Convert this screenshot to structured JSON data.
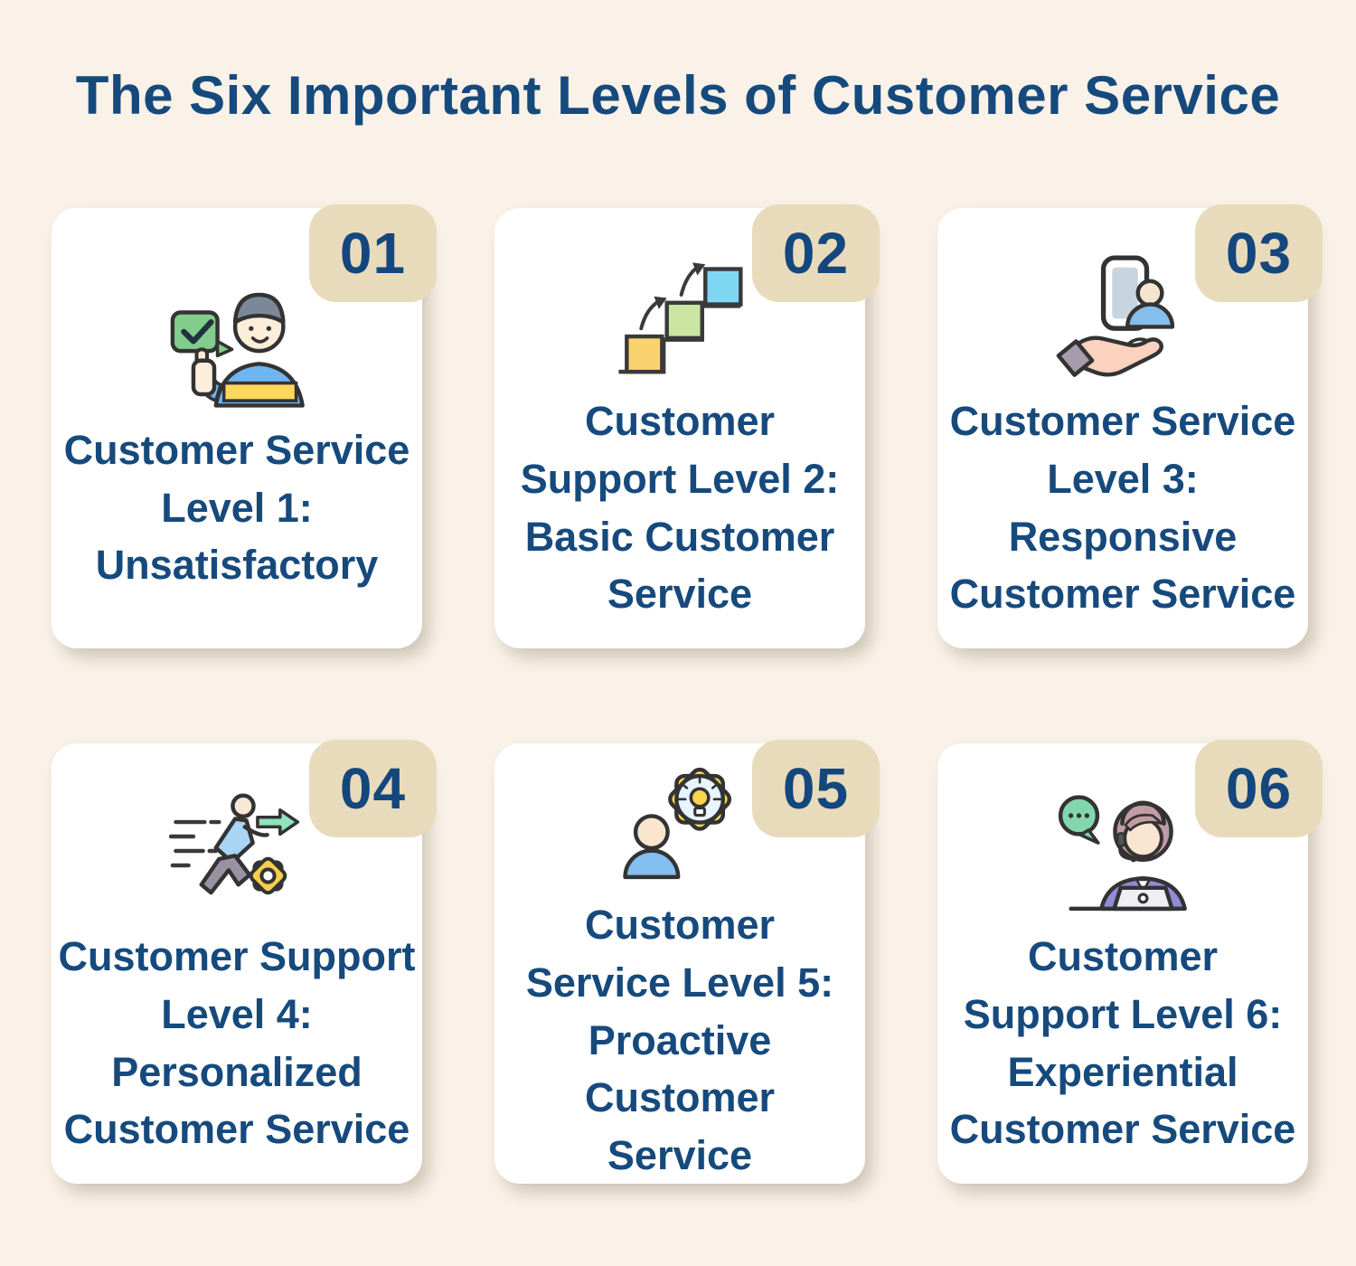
{
  "title": "The Six Important Levels of Customer Service",
  "colors": {
    "background": "#FAF2E8",
    "card": "#FFFFFF",
    "badge_tan": "#E8DBBB",
    "shadow_tan": "#ECDFC1",
    "navy_text": "#164A7D"
  },
  "cards": [
    {
      "number": "01",
      "icon": "thumbs-up-person-icon",
      "title": "Customer Service\nLevel 1:\nUnsatisfactory"
    },
    {
      "number": "02",
      "icon": "ascending-steps-icon",
      "title": "Customer\nSupport Level 2:\nBasic Customer\nService"
    },
    {
      "number": "03",
      "icon": "hand-holding-phone-icon",
      "title": "Customer Service\nLevel 3:\nResponsive\nCustomer Service"
    },
    {
      "number": "04",
      "icon": "running-person-gear-icon",
      "title": "Customer Support\nLevel 4:\nPersonalized\nCustomer Service"
    },
    {
      "number": "05",
      "icon": "person-idea-gear-icon",
      "title": "Customer\nService Level 5:\nProactive\nCustomer\nService"
    },
    {
      "number": "06",
      "icon": "support-agent-headset-icon",
      "title": "Customer\nSupport Level 6:\nExperiential\nCustomer Service"
    }
  ]
}
